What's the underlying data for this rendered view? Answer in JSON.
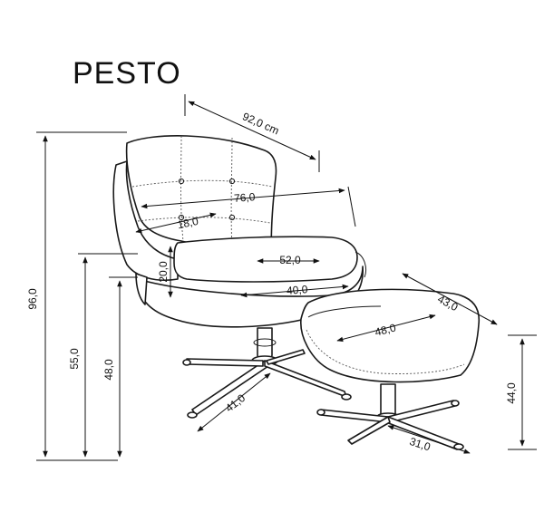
{
  "product": {
    "name": "PESTO"
  },
  "dimensions": {
    "chair_depth": "92,0 cm",
    "seat_width": "76,0",
    "armrest_width": "18,0",
    "armrest_height": "20,0",
    "seat_depth": "52,0",
    "base_inner_width": "40,0",
    "total_height": "96,0",
    "armrest_floor_height": "55,0",
    "seat_floor_height": "48,0",
    "base_leg_span": "41,0",
    "ottoman_width": "43,0",
    "ottoman_top": "48,0",
    "ottoman_height": "44,0",
    "ottoman_leg_span": "31,0"
  }
}
